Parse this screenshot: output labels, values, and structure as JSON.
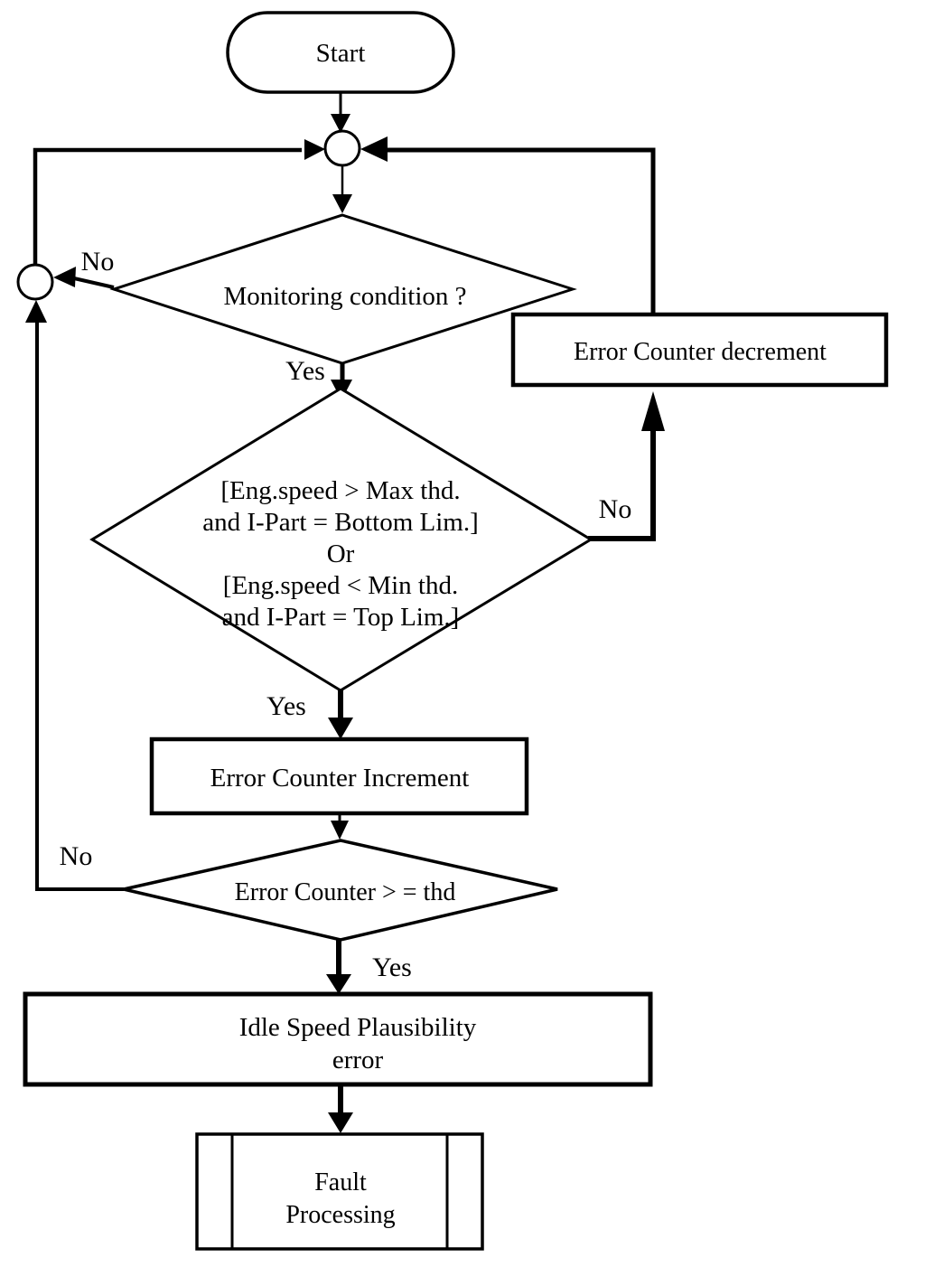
{
  "colors": {
    "ink": "#000000",
    "paper": "#ffffff"
  },
  "nodes": {
    "start": {
      "label": "Start"
    },
    "monitoring": {
      "label": "Monitoring condition ?"
    },
    "speed_check": {
      "lines": [
        "[Eng.speed > Max thd.",
        "and I-Part = Bottom Lim.]",
        "Or",
        "[Eng.speed < Min thd.",
        "and I-Part = Top Lim.]"
      ]
    },
    "decrement": {
      "label": "Error Counter decrement"
    },
    "increment": {
      "label": "Error Counter Increment"
    },
    "threshold": {
      "label": "Error Counter > = thd"
    },
    "idle_error": {
      "lines": [
        "Idle Speed Plausibility",
        "error"
      ]
    },
    "fault": {
      "lines": [
        "Fault",
        "Processing"
      ]
    }
  },
  "labels": {
    "monitoring_no": "No",
    "monitoring_yes": "Yes",
    "speed_no": "No",
    "speed_yes": "Yes",
    "threshold_no": "No",
    "threshold_yes": "Yes"
  }
}
